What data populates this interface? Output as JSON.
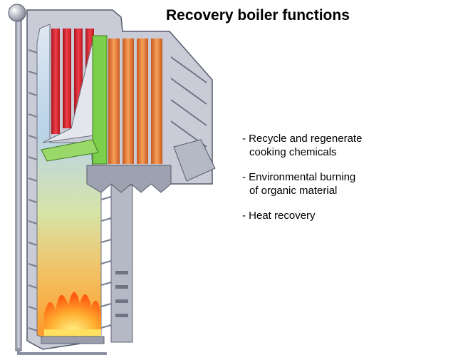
{
  "title": "Recovery boiler functions",
  "functions": [
    {
      "line1": "- Recycle and regenerate",
      "line2": "cooking chemicals"
    },
    {
      "line1": "- Environmental burning",
      "line2": "of organic material"
    },
    {
      "line1": "- Heat recovery",
      "line2": ""
    }
  ],
  "colors": {
    "superheater": "#e8303a",
    "economizer": "#f08a3c",
    "screen": "#7ccf4a",
    "steel": "#b8bcc8",
    "flame": "#ff8a1a"
  }
}
